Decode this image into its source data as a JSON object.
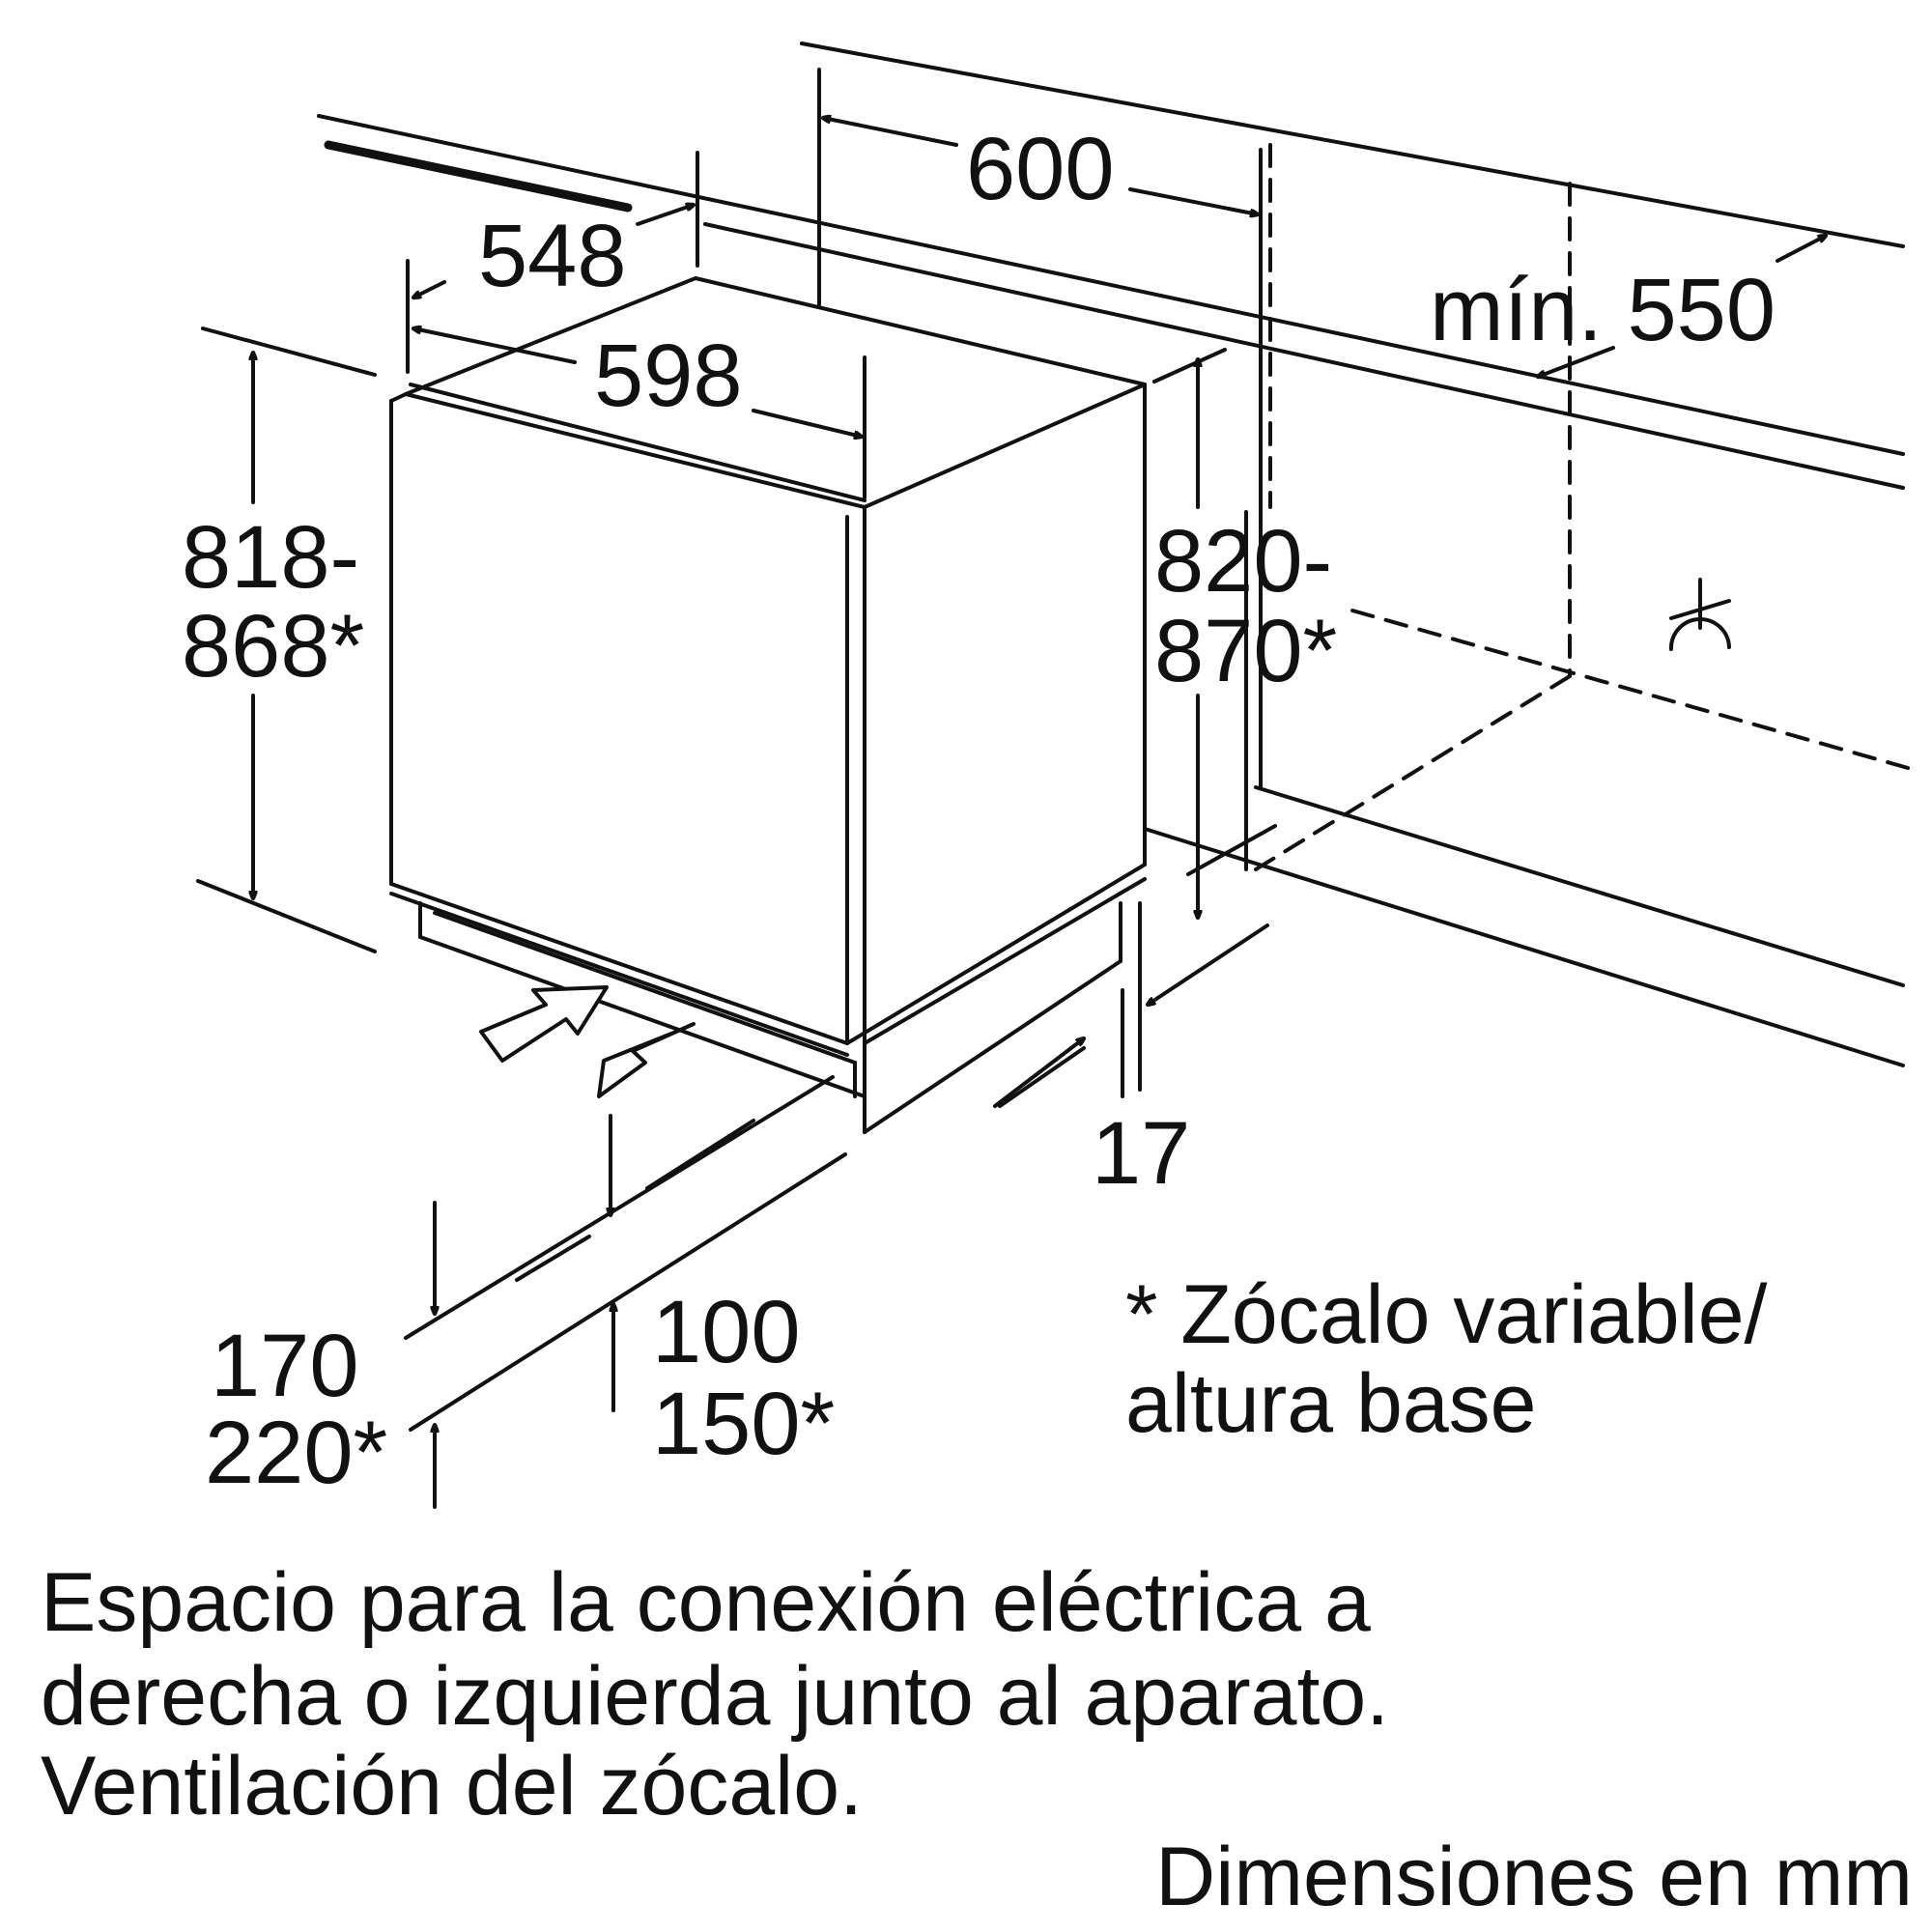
{
  "dimensions": {
    "depth_548": "548",
    "width_598": "598",
    "niche_600": "600",
    "min_550": "mín. 550",
    "height_818": "818-",
    "height_868": "868*",
    "niche_820": "820-",
    "niche_870": "870*",
    "gap_17": "17",
    "vent_170": "170",
    "vent_220": "220*",
    "plinth_100": "100",
    "plinth_150": "150*"
  },
  "notes": {
    "plinth_line1": "* Zócalo variable/",
    "plinth_line2": "altura base"
  },
  "caption": {
    "line1": "Espacio para la conexión eléctrica a",
    "line2": "derecha o izquierda junto al aparato.",
    "line3": "Ventilación del zócalo."
  },
  "units": "Dimensiones en mm",
  "icons": [
    "socket-icon",
    "vent-arrow-in-icon",
    "vent-arrow-out-icon"
  ]
}
